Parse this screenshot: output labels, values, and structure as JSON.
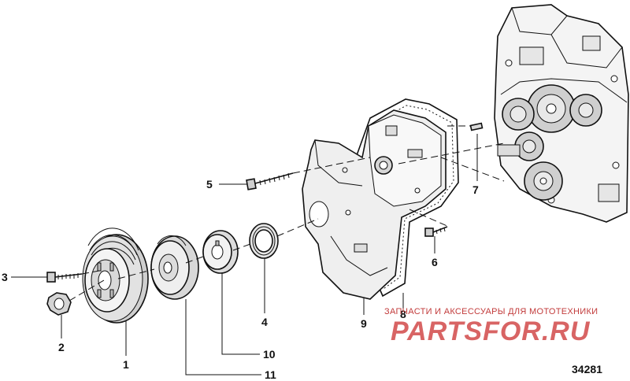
{
  "diagram": {
    "figure_number": "34281",
    "callouts": [
      "1",
      "2",
      "3",
      "4",
      "5",
      "6",
      "7",
      "8",
      "9",
      "10",
      "11"
    ]
  },
  "watermark": {
    "tagline": "ЗАПЧАСТИ И АКСЕССУАРЫ ДЛЯ МОТОТЕХНИКИ",
    "brand": "PARTSFOR.RU"
  }
}
